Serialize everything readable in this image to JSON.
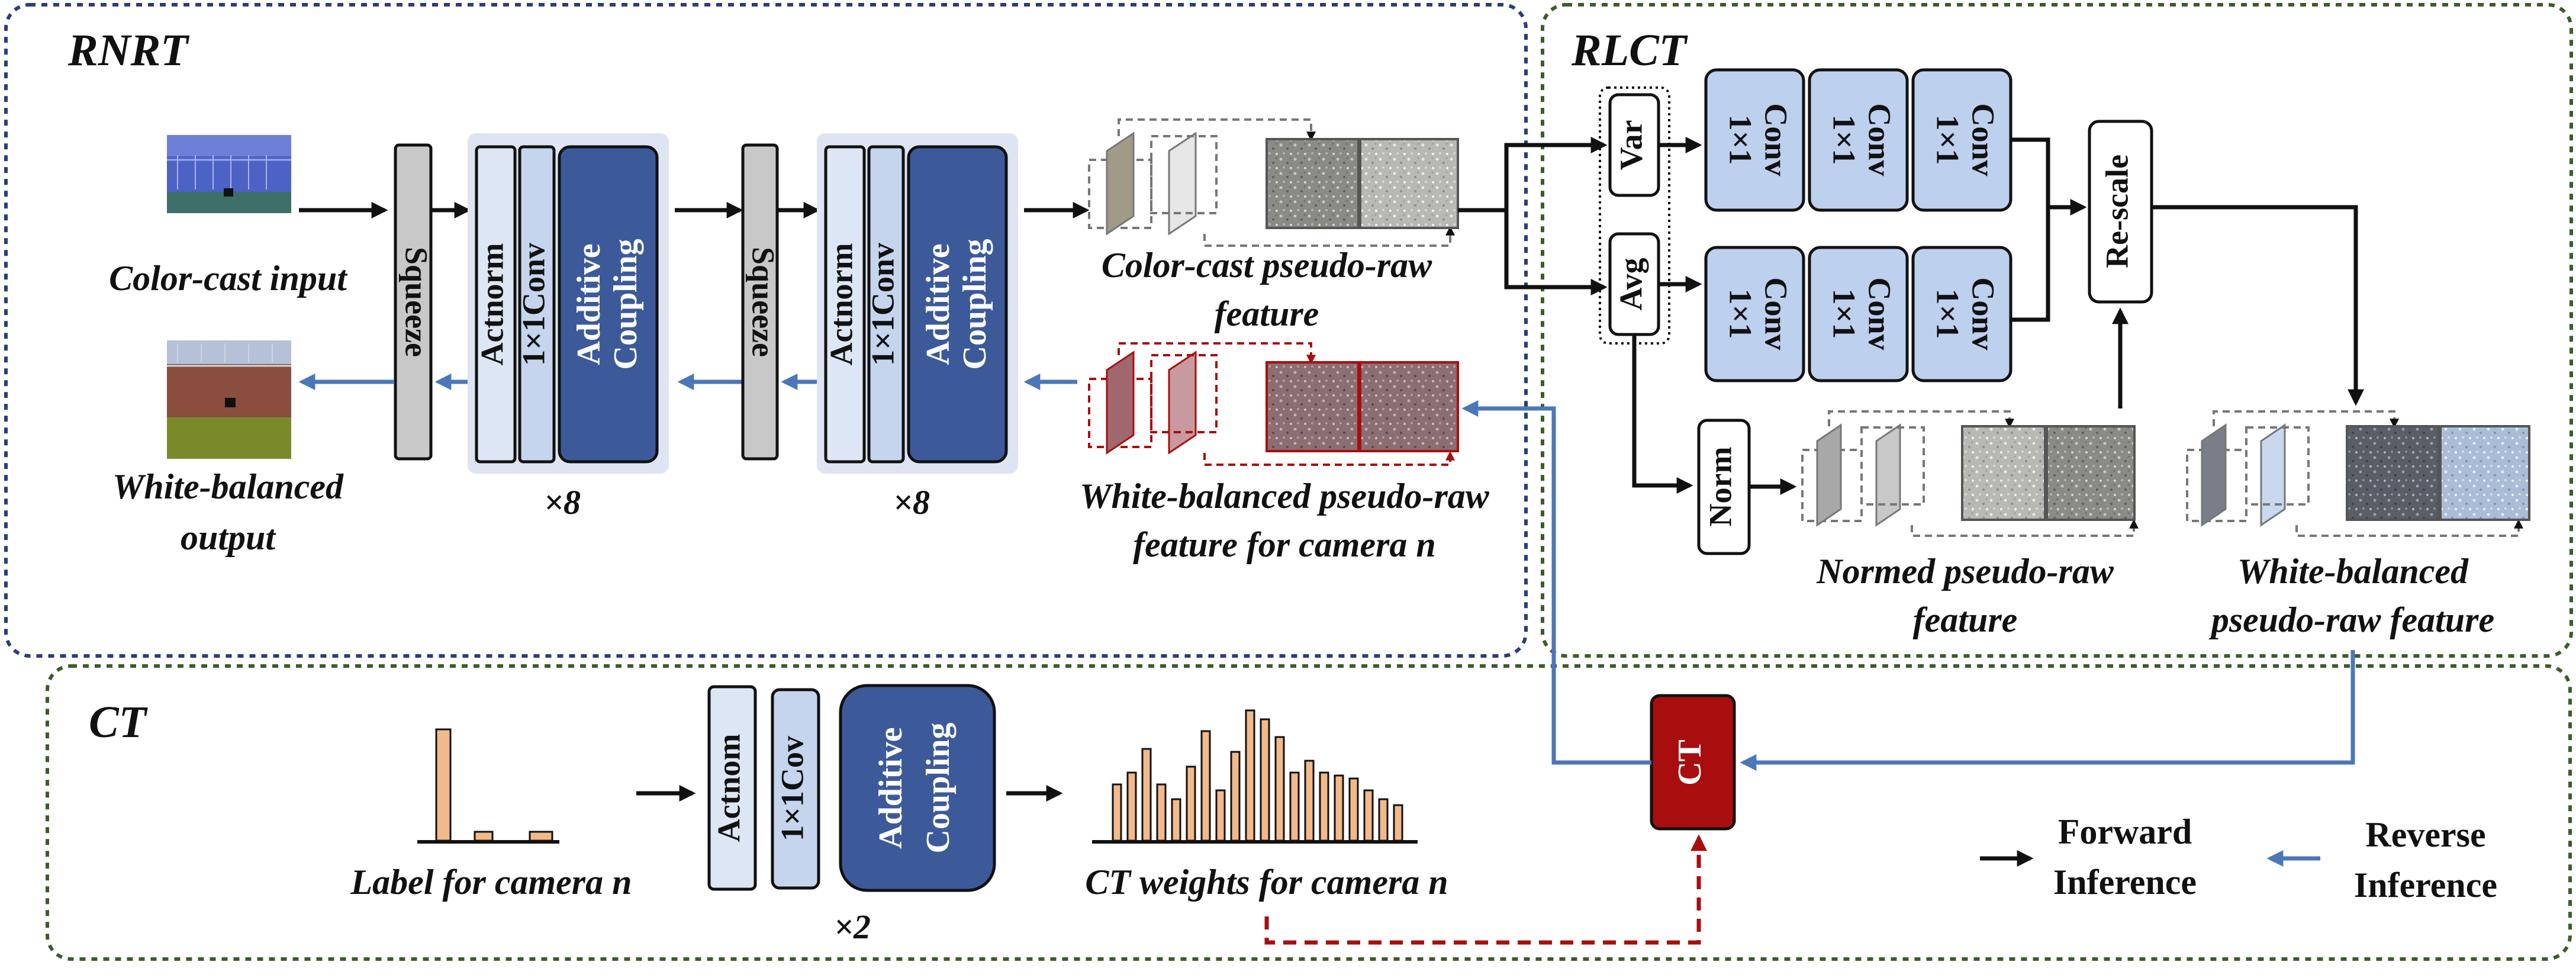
{
  "modules": {
    "rnrt": "RNRT",
    "rlct": "RLCT",
    "ct": "CT"
  },
  "captions": {
    "color_cast_input": "Color-cast input",
    "white_balanced_output": [
      "White-balanced",
      "output"
    ],
    "color_cast_feature": [
      "Color-cast pseudo-raw",
      "feature"
    ],
    "wb_feature_camera": [
      "White-balanced pseudo-raw",
      "feature for camera n"
    ],
    "normed_feature": [
      "Normed pseudo-raw",
      "feature"
    ],
    "wb_feature": [
      "White-balanced",
      "pseudo-raw feature"
    ],
    "label_camera": "Label for camera n",
    "ct_weights": "CT weights for camera n"
  },
  "blocks": {
    "squeeze": "Squeeze",
    "actnorm": "Actnorm",
    "conv1x1": "1×1Conv",
    "additive": "Additive",
    "coupling": "Coupling",
    "actnom": "Actnom",
    "conv1x1_ct": "1×1Cov",
    "var": "Var",
    "avg": "Avg",
    "norm": "Norm",
    "rescale": "Re-scale",
    "conv_a": "1×1",
    "conv_b": "Conv",
    "ct_block": "CT"
  },
  "multipliers": {
    "rnrt_1": "×8",
    "rnrt_2": "×8",
    "ct": "×2"
  },
  "legend": {
    "forward": [
      "Forward",
      "Inference"
    ],
    "reverse": [
      "Reverse",
      "Inference"
    ]
  },
  "colors": {
    "rnrt_border": "#2e3b78",
    "green_border": "#3e5a2a",
    "light_blue": "#dde6f4",
    "mid_blue": "#c5d5ee",
    "dark_blue": "#3c5a9a",
    "conv_blue": "#bdd0ee",
    "ct_red": "#a80e0e",
    "reverse_blue": "#4b77b9",
    "bar_orange": "#f2b98a"
  },
  "icons": {
    "forward_arrow": "black-arrow",
    "reverse_arrow": "blue-arrow"
  }
}
